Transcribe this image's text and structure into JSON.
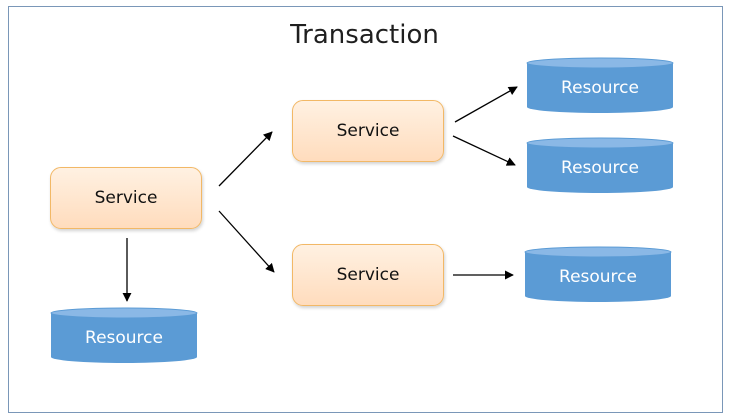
{
  "title": "Transaction",
  "services": {
    "main": "Service",
    "top": "Service",
    "bottom": "Service"
  },
  "resources": {
    "bottom_left": "Resource",
    "top_right_1": "Resource",
    "top_right_2": "Resource",
    "bottom_right": "Resource"
  },
  "colors": {
    "service_fill": "#ffe3c7",
    "service_border": "#f2b866",
    "resource_fill": "#5b9bd5",
    "resource_top": "#8ab8e6",
    "frame_border": "#7a97b8",
    "arrow": "#000000"
  }
}
